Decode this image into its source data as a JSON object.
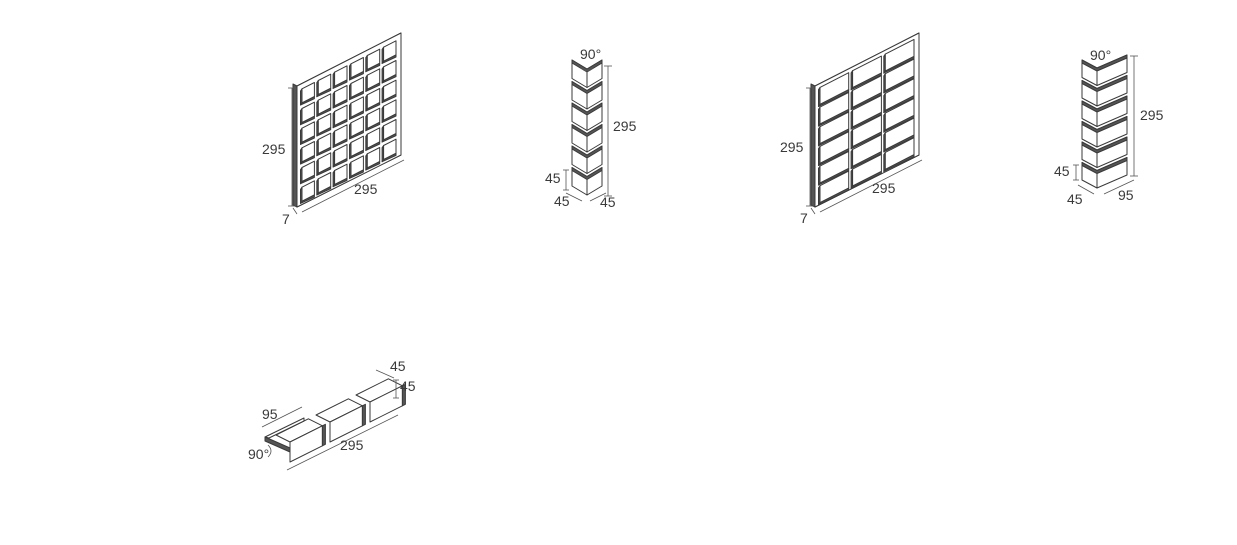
{
  "diagrams": [
    {
      "name": "square-mosaic-sheet",
      "labels": {
        "height": "295",
        "width": "295",
        "thickness": "7"
      }
    },
    {
      "name": "square-corner-piece",
      "labels": {
        "angle": "90°",
        "height": "295",
        "unit_height": "45",
        "left_depth": "45",
        "right_depth": "45"
      }
    },
    {
      "name": "brick-mosaic-sheet",
      "labels": {
        "height": "295",
        "width": "295",
        "thickness": "7"
      }
    },
    {
      "name": "brick-corner-piece",
      "labels": {
        "angle": "90°",
        "height": "295",
        "unit_height": "45",
        "left_depth": "45",
        "right_depth": "95"
      }
    },
    {
      "name": "edge-trim-piece",
      "labels": {
        "top_depth": "45",
        "side_height": "45",
        "width": "95",
        "angle": "90°",
        "length": "295"
      }
    }
  ]
}
